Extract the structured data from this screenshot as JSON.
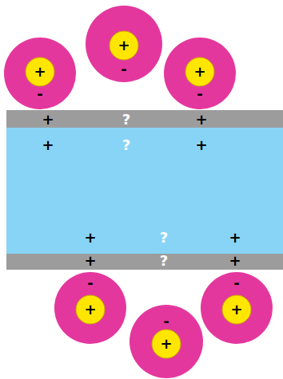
{
  "diagram": {
    "nodes": [
      {
        "text": [
          "+",
          "-"
        ]
      },
      {
        "text": [
          "+",
          "-"
        ]
      },
      {
        "text": [
          "+",
          "-"
        ]
      },
      {
        "text": [
          "+",
          "?",
          "+"
        ]
      },
      {
        "text": [
          "+",
          "?",
          "+",
          "+",
          "?",
          "+"
        ]
      },
      {
        "text": [
          "+",
          "?",
          "+"
        ]
      },
      {
        "text": [
          "-",
          "+"
        ]
      },
      {
        "text": [
          "-",
          "+"
        ]
      },
      {
        "text": [
          "-",
          "+"
        ]
      }
    ]
  }
}
